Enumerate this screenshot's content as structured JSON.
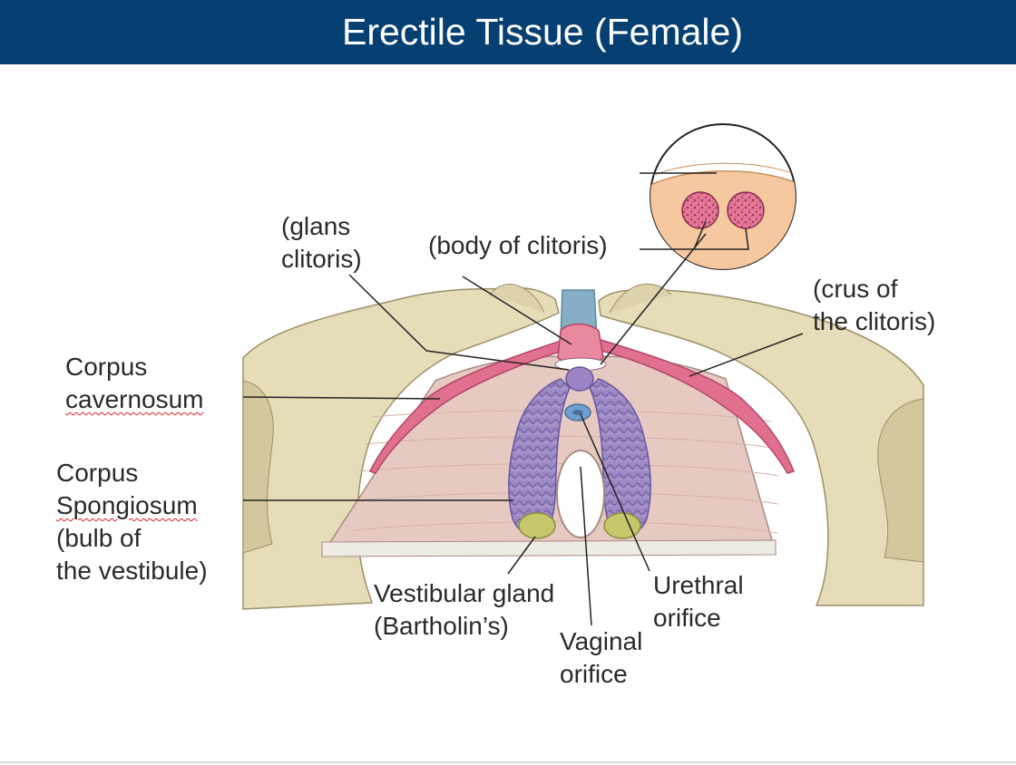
{
  "slide": {
    "title": "Erectile Tissue (Female)"
  },
  "labels": {
    "glans_clitoris": [
      "(glans",
      "clitoris)"
    ],
    "body_of_clitoris": "(body of clitoris)",
    "crus_of_clitoris": [
      "(crus of",
      "the clitoris)"
    ],
    "corpus_cavernosum": [
      "Corpus",
      "cavernosum"
    ],
    "corpus_spongiosum": [
      "Corpus",
      "Spongiosum",
      "(bulb of",
      "the vestibule)"
    ],
    "vestibular_gland": [
      "Vestibular gland",
      "(Bartholin’s)"
    ],
    "urethral_orifice": [
      "Urethral",
      "orifice"
    ],
    "vaginal_orifice": [
      "Vaginal",
      "orifice"
    ]
  },
  "colors": {
    "header": "#063f72",
    "bone": "#e6dcb8",
    "membrane": "#e8cbc0",
    "erectile_pink": "#e0708d",
    "bulb_purple": "#9a86c0",
    "gland_green": "#c4c86a",
    "cartilage_blue": "#86aec4"
  }
}
